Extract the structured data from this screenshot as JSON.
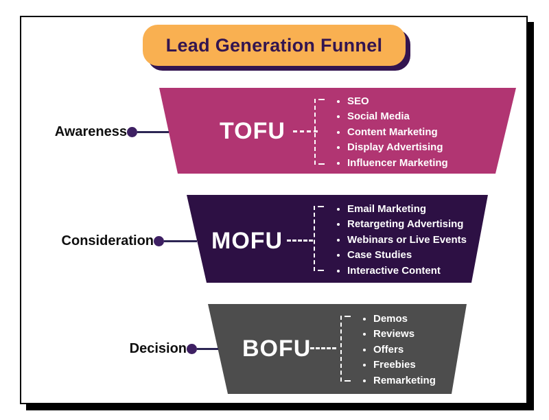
{
  "title": {
    "text": "Lead Generation Funnel"
  },
  "stages": [
    {
      "label": "Awareness",
      "acronym": "TOFU",
      "color": "#B13572",
      "items": [
        "SEO",
        "Social Media",
        "Content Marketing",
        "Display Advertising",
        "Influencer Marketing"
      ]
    },
    {
      "label": "Consideration",
      "acronym": "MOFU",
      "color": "#2D1044",
      "items": [
        "Email Marketing",
        "Retargeting Advertising",
        "Webinars or Live Events",
        "Case Studies",
        "Interactive Content"
      ]
    },
    {
      "label": "Decision",
      "acronym": "BOFU",
      "color": "#4D4D4D",
      "items": [
        "Demos",
        "Reviews",
        "Offers",
        "Freebies",
        "Remarketing"
      ]
    }
  ],
  "colors": {
    "badge_background": "#F9B051",
    "badge_text": "#331550",
    "badge_shadow": "#331550",
    "tofu": "#B13572",
    "mofu": "#2D1044",
    "bofu": "#4D4D4D",
    "connector_line": "#2C2553",
    "connector_dot": "#3E2063",
    "frame_border": "#000000",
    "list_text": "#FFFFFF",
    "label_text": "#0F0F0F"
  }
}
